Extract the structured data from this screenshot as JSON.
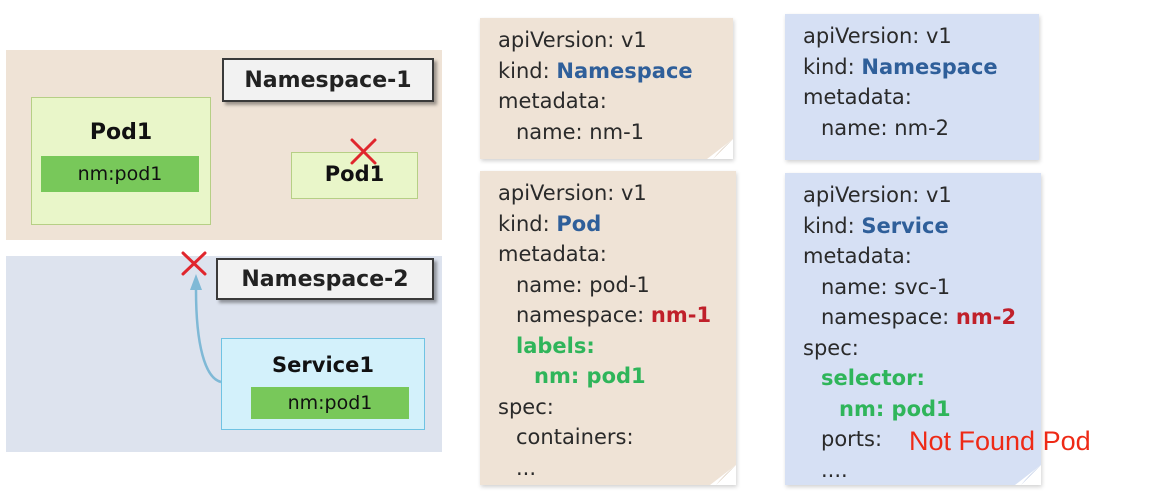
{
  "diagram": {
    "namespace1": {
      "label": "Namespace-1"
    },
    "namespace2": {
      "label": "Namespace-2"
    },
    "pod1_main": {
      "title": "Pod1",
      "label": "nm:pod1"
    },
    "pod1_ghost": {
      "title": "Pod1"
    },
    "service1": {
      "title": "Service1",
      "label": "nm:pod1"
    },
    "colors": {
      "namespace1_bg": "#efe3d6",
      "namespace2_bg": "#dde3ee",
      "pod_bg": "#e9f6c9",
      "label_green": "#78c85a",
      "service_bg": "#d3f1fb",
      "arrow": "#7fb9d6",
      "cross": "#e0262d"
    }
  },
  "yaml": {
    "ns1": {
      "api": "apiVersion: v1",
      "kind_key": "kind: ",
      "kind_val": "Namespace",
      "metadata": "metadata:",
      "name": "name: nm-1"
    },
    "ns2": {
      "api": "apiVersion: v1",
      "kind_key": "kind: ",
      "kind_val": "Namespace",
      "metadata": "metadata:",
      "name": "name: nm-2"
    },
    "pod": {
      "api": "apiVersion: v1",
      "kind_key": "kind: ",
      "kind_val": "Pod",
      "metadata": "metadata:",
      "name": "name: pod-1",
      "ns_key": "namespace: ",
      "ns_val": "nm-1",
      "labels": "labels:",
      "label_val": "nm: pod1",
      "spec": "spec:",
      "containers": "containers:",
      "ellipsis": "..."
    },
    "svc": {
      "api": "apiVersion: v1",
      "kind_key": "kind: ",
      "kind_val": "Service",
      "metadata": "metadata:",
      "name": "name: svc-1",
      "ns_key": "namespace: ",
      "ns_val": "nm-2",
      "spec": "spec:",
      "selector": "selector:",
      "selector_val": "nm: pod1",
      "ports": "ports:",
      "ellipsis": "...."
    }
  },
  "note": "Not Found Pod",
  "colors": {
    "kind": "#2f5f9a",
    "namespace_value": "#c0202a",
    "selector_green": "#2fb55a",
    "note": "#ee2a16"
  }
}
